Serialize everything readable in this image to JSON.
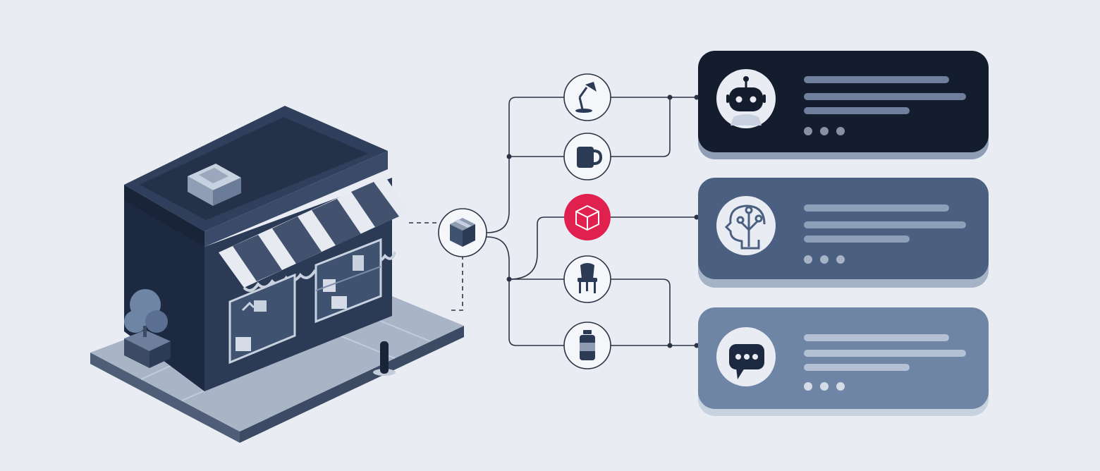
{
  "colors": {
    "background": "#e9edf3",
    "navy_dark": "#131d2e",
    "navy": "#2b3a55",
    "navy_mid": "#3f526f",
    "slate": "#4b5f80",
    "slate_light": "#6f85a6",
    "accent_red": "#e0214f",
    "line": "#2b3445",
    "bar_dark": "#8791a3",
    "bar_mid": "#a6b3c7",
    "bar_light": "#c7d1df"
  },
  "storefront": {
    "icons": [
      "box-icon",
      "tree-icon",
      "bollard-icon",
      "awning",
      "display-window"
    ]
  },
  "hub": {
    "icon": "box-icon"
  },
  "products": [
    {
      "id": "lamp",
      "icon": "desk-lamp-icon",
      "highlighted": false
    },
    {
      "id": "mug",
      "icon": "mug-icon",
      "highlighted": false
    },
    {
      "id": "cube",
      "icon": "cube-icon",
      "highlighted": true
    },
    {
      "id": "chair",
      "icon": "chair-icon",
      "highlighted": false
    },
    {
      "id": "bottle",
      "icon": "bottle-icon",
      "highlighted": false
    }
  ],
  "cards": [
    {
      "id": "robot",
      "icon": "robot-icon",
      "theme": "dark",
      "bars": 3,
      "dots": 3
    },
    {
      "id": "brain",
      "icon": "brain-circuit-icon",
      "theme": "mid",
      "bars": 3,
      "dots": 3
    },
    {
      "id": "chat",
      "icon": "chat-bubble-icon",
      "theme": "light",
      "bars": 3,
      "dots": 3
    }
  ]
}
